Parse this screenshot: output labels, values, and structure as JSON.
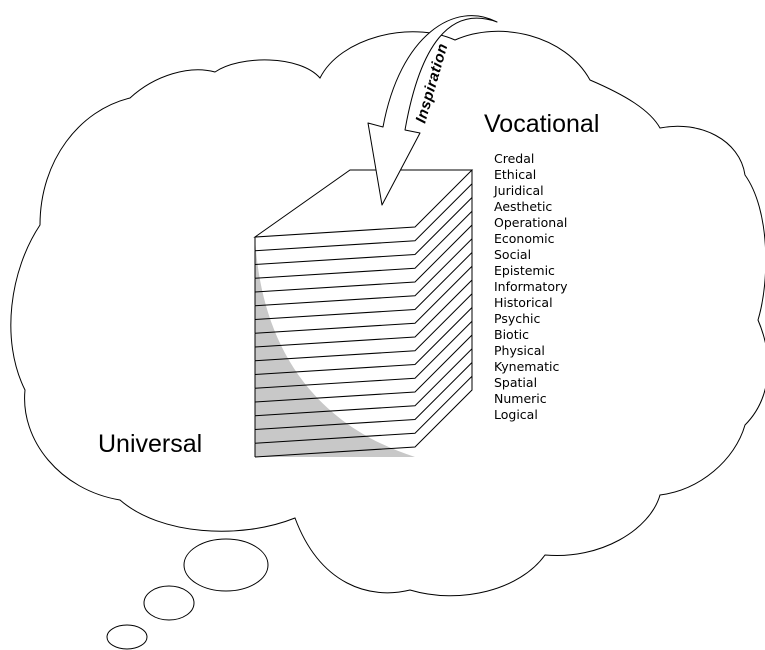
{
  "diagram": {
    "vocational_label": "Vocational",
    "universal_label": "Universal",
    "arrow_label": "Inspiration",
    "layers": [
      "Credal",
      "Ethical",
      "Juridical",
      "Aesthetic",
      "Operational",
      "Economic",
      "Social",
      "Epistemic",
      "Informatory",
      "Historical",
      "Psychic",
      "Biotic",
      "Physical",
      "Kynematic",
      "Spatial",
      "Numeric",
      "Logical"
    ]
  },
  "colors": {
    "shade": "#c8c8c8",
    "line": "#000000",
    "background": "#ffffff"
  }
}
